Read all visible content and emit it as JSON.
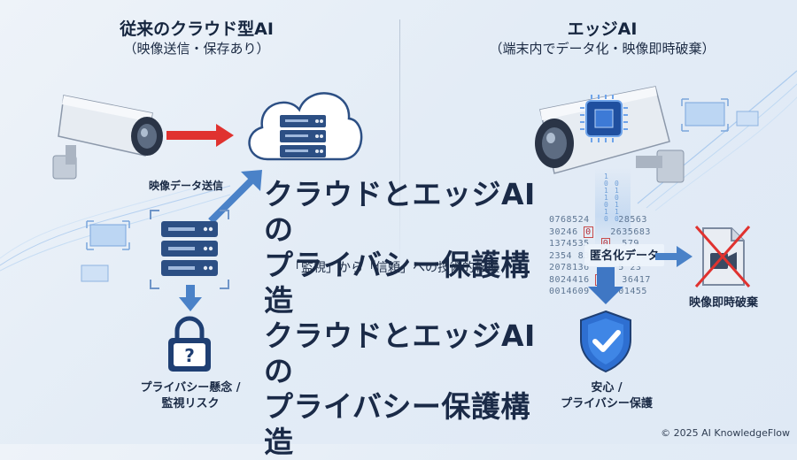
{
  "left": {
    "title": "従来のクラウド型AI",
    "subtitle": "（映像送信・保存あり）",
    "send_label": "映像データ送信",
    "concern_label_line1": "プライバシー懸念 /",
    "concern_label_line2": "監視リスク"
  },
  "right": {
    "title": "エッジAI",
    "subtitle": "（端末内でデータ化・映像即時破棄）",
    "anon_label": "匿名化データ",
    "discard_label": "映像即時破棄",
    "safe_label_line1": "安心 /",
    "safe_label_line2": "プライバシー保護",
    "matrix_rows": [
      [
        "0768524",
        "",
        "",
        "28563"
      ],
      [
        "30246",
        "0",
        "",
        "2635683"
      ],
      [
        "1374535",
        "",
        "0",
        "579"
      ],
      [
        "2354 83",
        "",
        "",
        "28 75"
      ],
      [
        "2078136",
        "",
        "",
        "5 23"
      ],
      [
        "8024416",
        "0",
        "",
        "36417"
      ],
      [
        "0014609",
        "",
        "",
        "01455"
      ]
    ]
  },
  "center": {
    "title_line1": "クラウドとエッジAIの",
    "title_line2": "プライバシー保護構造",
    "subtitle": "「監視」から「信頼」への技術的転換",
    "title2_line1": "クラウドとエッジAIの",
    "title2_line2": "プライバシー保護構造"
  },
  "footer": {
    "copyright": "© 2025 AI KnowledgeFlow"
  },
  "colors": {
    "red_arrow": "#e0322f",
    "blue_arrow": "#4a82c8",
    "navy": "#1f3f73",
    "accent": "#2e6fd1"
  },
  "icons": [
    "cctv-camera-icon",
    "cloud-server-icon",
    "server-rack-icon",
    "padlock-question-icon",
    "edge-camera-chip-icon",
    "deleted-video-file-icon",
    "shield-check-icon"
  ]
}
